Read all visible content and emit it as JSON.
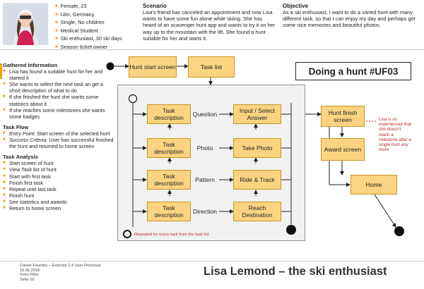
{
  "persona": {
    "facts": [
      "Female, 23",
      "Ulm, Germany",
      "Single, No children",
      "Medical Student",
      "Ski enthusiast, 30 ski days",
      "Season ticket owner"
    ]
  },
  "scenario": {
    "title": "Scenario",
    "text": "Lisa's friend has canceled an appointment and now Lisa wants to have some fun alone while skiing. She has heard of an scavenger hunt app and wants to try it on her way up to the mountain with the lift. She found a hunt suitable for her and starts it."
  },
  "objective": {
    "title": "Objective",
    "text": "As a ski enthusiast, I want to do a varied hunt with many different task, so that I can enjoy my day and perhaps get some nice memories and beautiful photos."
  },
  "left": {
    "gathered_title": "Gathered Information",
    "gathered": [
      "Lisa has found a suitable hunt for her and started it",
      "She wants to select the next task an get a short description of what to do",
      "If she finished the hunt she wants some statistics about it",
      "If she reaches some milestones she wants some badges"
    ],
    "taskflow_title": "Task Flow",
    "entry_label": "Entry Point",
    "entry_text": ": Start screen of the selected hunt",
    "success_label": "Success Criteria",
    "success_text": ": User has successful finished the hunt and returned to home screen",
    "analysis_title": "Task Analysis",
    "analysis": [
      "Start screen of hunt",
      "View Task list of hunt",
      "Start with first task",
      "Finish first task",
      "Repeat until last task",
      "Finish hunt",
      "See statistics and awards",
      "Return to home screen"
    ]
  },
  "flow": {
    "title": "Doing a hunt #UF03",
    "hunt_start": "Hunt start screen",
    "task_list": "Task list",
    "task_description": "Task description",
    "rows": [
      {
        "type": "Question",
        "action": "Input / Select Answer"
      },
      {
        "type": "Photo",
        "action": "Take Photo"
      },
      {
        "type": "Pattern",
        "action": "Ride & Track"
      },
      {
        "type": "Direction",
        "action": "Reach Destination"
      }
    ],
    "hunt_finish": "Hunt finish screen",
    "award": "Award screen",
    "home": "Home",
    "repeat_note": "Repeated for every task from the task list",
    "side_note": "Lisa is so experienced that she doesn't reach a milestone after a single hunt any more"
  },
  "footer": {
    "lines": [
      "Career Foundry – Exercise 2.4 User Personas",
      "15.06.2018",
      "Sven Piller",
      "Seite 10"
    ],
    "title": "Lisa Lemond – the ski enthusiast"
  },
  "colors": {
    "accent": "#f0a30a",
    "box_fill": "#fcd481",
    "box_border": "#c79520",
    "note_red": "#c0272d"
  }
}
